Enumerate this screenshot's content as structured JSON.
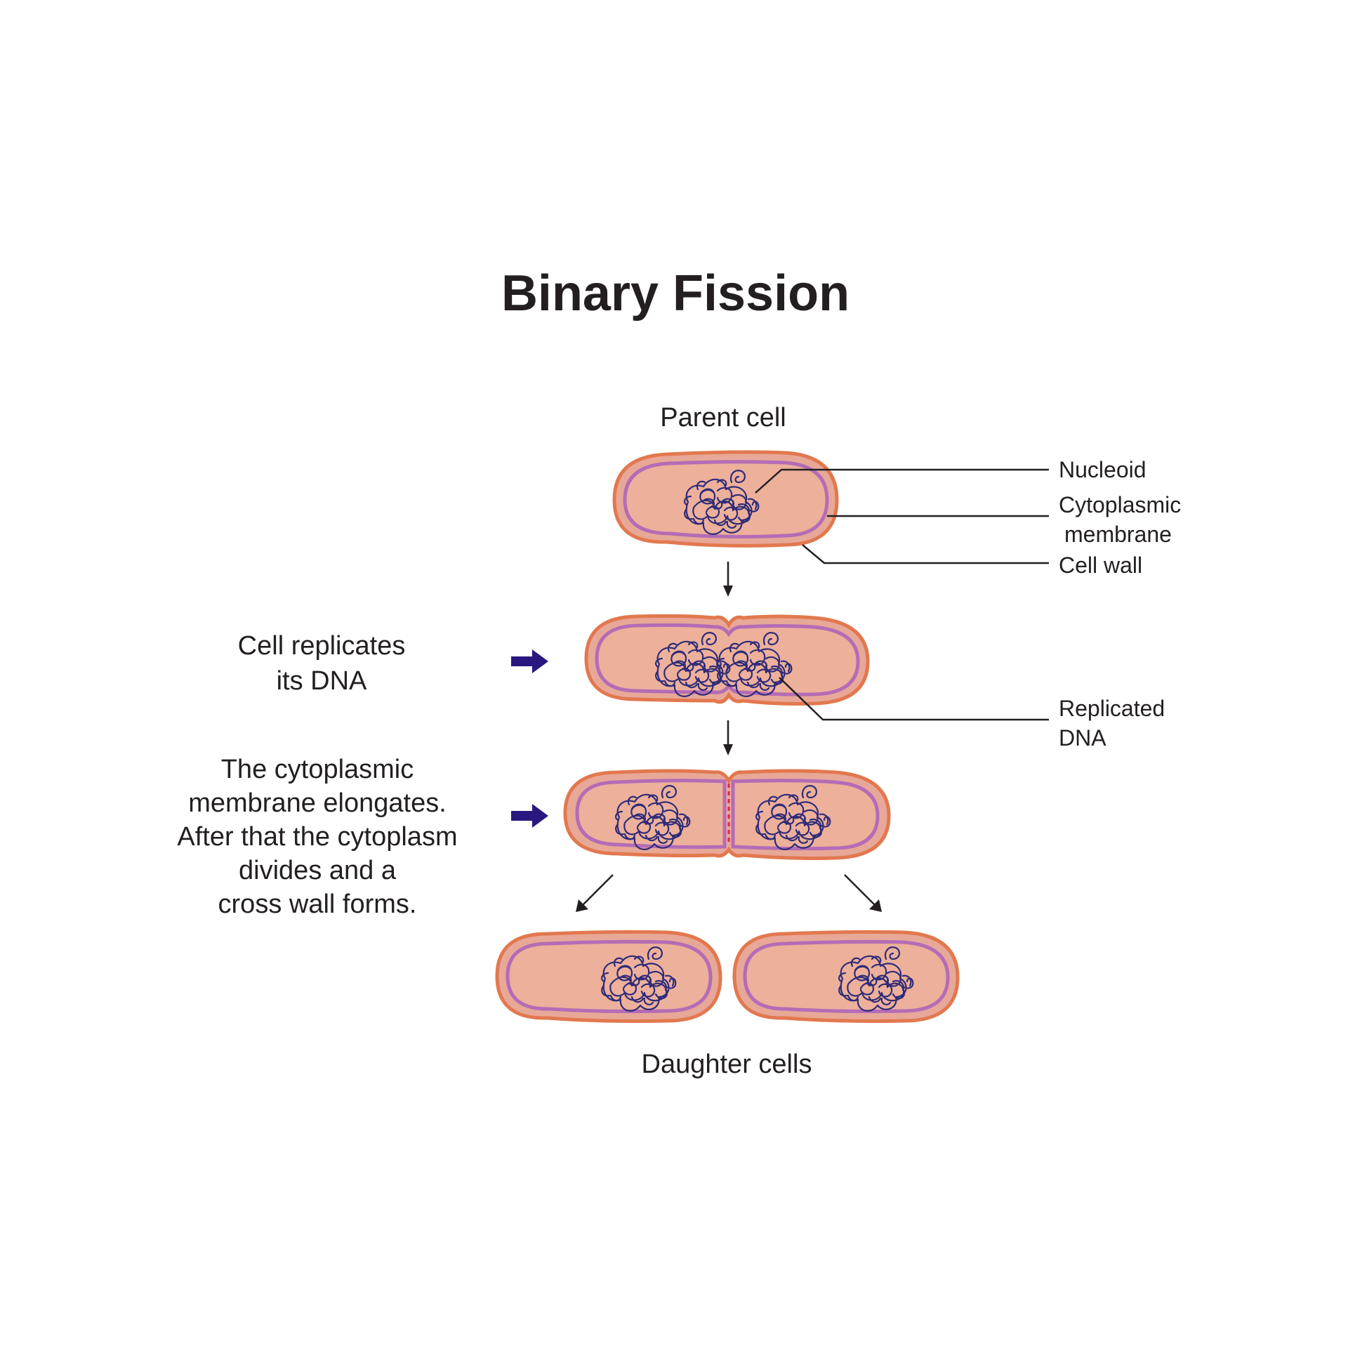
{
  "title": "Binary Fission",
  "stage_labels": {
    "parent": "Parent cell",
    "daughters": "Daughter cells"
  },
  "steps": [
    {
      "lines": [
        "Cell replicates",
        "its DNA"
      ]
    },
    {
      "lines": [
        "The cytoplasmic",
        "membrane elongates.",
        "After that the cytoplasm",
        "divides and a",
        "cross wall forms."
      ]
    }
  ],
  "callouts": {
    "nucleoid": [
      "Nucleoid"
    ],
    "membrane": [
      "Cytoplasmic",
      "membrane"
    ],
    "wall": [
      "Cell wall"
    ],
    "replicated": [
      "Replicated",
      "DNA"
    ]
  },
  "colors": {
    "cell_wall": "#e2784f",
    "cytoplasm": "#edb09b",
    "membrane": "#b46cb6",
    "dna": "#2e2b78",
    "step_arrow": "#2a1880",
    "septum": "#e0245a"
  },
  "icons": {
    "step_arrow": "thick-right-arrow-icon",
    "flow_arrow": "down-arrow-icon"
  }
}
